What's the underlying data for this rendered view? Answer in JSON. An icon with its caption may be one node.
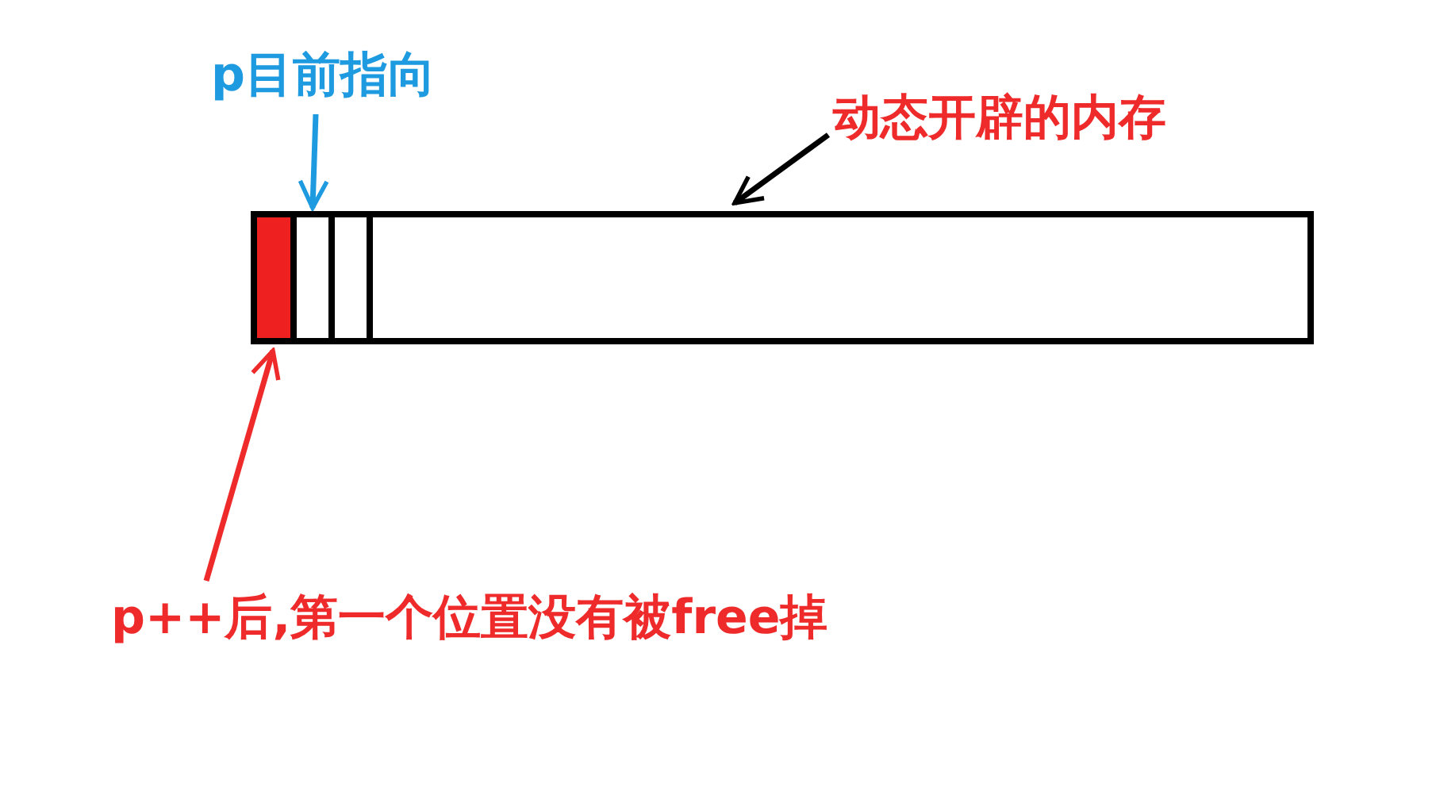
{
  "diagram": {
    "nodes": [
      {
        "text": [
          "p目前指向"
        ]
      },
      {
        "text": [
          "动态开辟的内存"
        ]
      },
      {
        "text": [],
        "shape": "bar"
      },
      {
        "text": [],
        "shape": "box",
        "in": 2
      },
      {
        "text": [],
        "shape": "box",
        "in": 2
      },
      {
        "text": [],
        "shape": "box",
        "in": 2
      },
      {
        "text": [
          "p++后,第一个位置没有被free掉"
        ]
      }
    ],
    "edges": [
      {
        "from": 0,
        "to": 4,
        "arrow": "to",
        "color": "#1e9be0"
      },
      {
        "from": 1,
        "to": 2,
        "arrow": "to",
        "color": "#000000"
      },
      {
        "from": 6,
        "to": 3,
        "arrow": "to",
        "color": "#ee2a2a"
      }
    ]
  }
}
